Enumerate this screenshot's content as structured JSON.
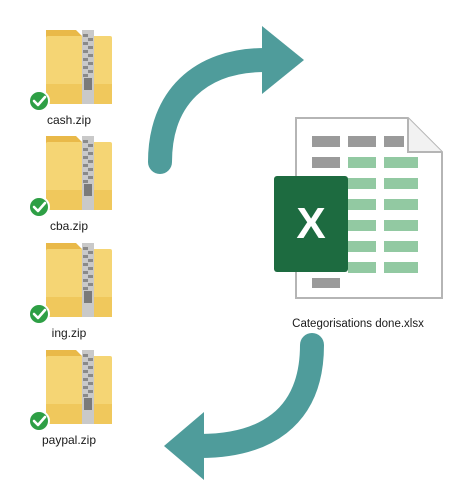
{
  "zip_files": [
    {
      "name": "cash.zip"
    },
    {
      "name": "cba.zip"
    },
    {
      "name": "ing.zip"
    },
    {
      "name": "paypal.zip"
    }
  ],
  "excel_file": {
    "name": "Categorisations done.xlsx"
  },
  "colors": {
    "arrow": "#4f9c9b",
    "folder": "#f5d574",
    "folder_dark": "#e9b949",
    "check": "#2e9f45",
    "excel_green": "#1d6b40",
    "cell_green": "#92c9a2",
    "cell_gray": "#9a9a9a"
  },
  "icons": {
    "zip": "zip-folder-icon",
    "status": "sync-check-icon",
    "excel": "excel-icon"
  }
}
